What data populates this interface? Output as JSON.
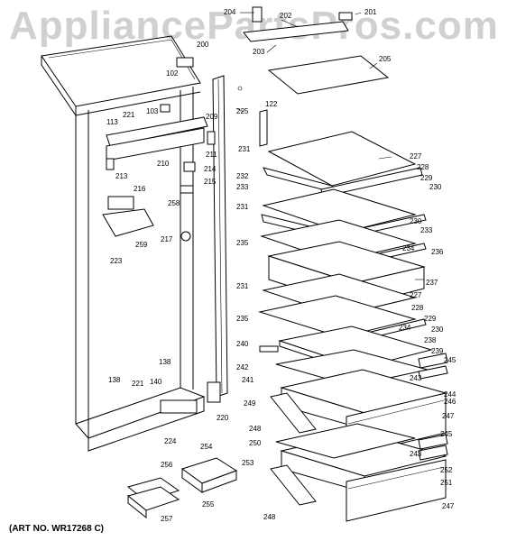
{
  "watermark": "AppliancePartsPros.com",
  "art_number": "(ART NO. WR17268 C)",
  "labels": [
    {
      "id": "204",
      "text": "204"
    },
    {
      "id": "202",
      "text": "202"
    },
    {
      "id": "201",
      "text": "201"
    },
    {
      "id": "200",
      "text": "200"
    },
    {
      "id": "203",
      "text": "203"
    },
    {
      "id": "205",
      "text": "205"
    },
    {
      "id": "102",
      "text": "102"
    },
    {
      "id": "221a",
      "text": "221"
    },
    {
      "id": "103",
      "text": "103"
    },
    {
      "id": "209",
      "text": "209"
    },
    {
      "id": "225",
      "text": "225"
    },
    {
      "id": "122",
      "text": "122"
    },
    {
      "id": "113",
      "text": "113"
    },
    {
      "id": "211",
      "text": "211"
    },
    {
      "id": "210",
      "text": "210"
    },
    {
      "id": "214",
      "text": "214"
    },
    {
      "id": "213",
      "text": "213"
    },
    {
      "id": "215",
      "text": "215"
    },
    {
      "id": "231a",
      "text": "231"
    },
    {
      "id": "227a",
      "text": "227"
    },
    {
      "id": "228a",
      "text": "228"
    },
    {
      "id": "232",
      "text": "232"
    },
    {
      "id": "229a",
      "text": "229"
    },
    {
      "id": "230a",
      "text": "230"
    },
    {
      "id": "233a",
      "text": "233"
    },
    {
      "id": "216",
      "text": "216"
    },
    {
      "id": "231b",
      "text": "231"
    },
    {
      "id": "258",
      "text": "258"
    },
    {
      "id": "230b",
      "text": "230"
    },
    {
      "id": "233b",
      "text": "233"
    },
    {
      "id": "217",
      "text": "217"
    },
    {
      "id": "235a",
      "text": "235"
    },
    {
      "id": "234a",
      "text": "234"
    },
    {
      "id": "259",
      "text": "259"
    },
    {
      "id": "236",
      "text": "236"
    },
    {
      "id": "223",
      "text": "223"
    },
    {
      "id": "237",
      "text": "237"
    },
    {
      "id": "231c",
      "text": "231"
    },
    {
      "id": "227b",
      "text": "227"
    },
    {
      "id": "228b",
      "text": "228"
    },
    {
      "id": "235b",
      "text": "235"
    },
    {
      "id": "229b",
      "text": "229"
    },
    {
      "id": "234b",
      "text": "234"
    },
    {
      "id": "230c",
      "text": "230"
    },
    {
      "id": "238",
      "text": "238"
    },
    {
      "id": "240",
      "text": "240"
    },
    {
      "id": "239",
      "text": "239"
    },
    {
      "id": "245a",
      "text": "245"
    },
    {
      "id": "138a",
      "text": "138"
    },
    {
      "id": "242",
      "text": "242"
    },
    {
      "id": "243a",
      "text": "243"
    },
    {
      "id": "241",
      "text": "241"
    },
    {
      "id": "138b",
      "text": "138"
    },
    {
      "id": "221b",
      "text": "221"
    },
    {
      "id": "140",
      "text": "140"
    },
    {
      "id": "244",
      "text": "244"
    },
    {
      "id": "246",
      "text": "246"
    },
    {
      "id": "249",
      "text": "249"
    },
    {
      "id": "220",
      "text": "220"
    },
    {
      "id": "247a",
      "text": "247"
    },
    {
      "id": "248a",
      "text": "248"
    },
    {
      "id": "224",
      "text": "224"
    },
    {
      "id": "245b",
      "text": "245"
    },
    {
      "id": "254",
      "text": "254"
    },
    {
      "id": "250",
      "text": "250"
    },
    {
      "id": "243b",
      "text": "243"
    },
    {
      "id": "256",
      "text": "256"
    },
    {
      "id": "253",
      "text": "253"
    },
    {
      "id": "252",
      "text": "252"
    },
    {
      "id": "255",
      "text": "255"
    },
    {
      "id": "251",
      "text": "251"
    },
    {
      "id": "257",
      "text": "257"
    },
    {
      "id": "248b",
      "text": "248"
    },
    {
      "id": "247b",
      "text": "247"
    }
  ]
}
